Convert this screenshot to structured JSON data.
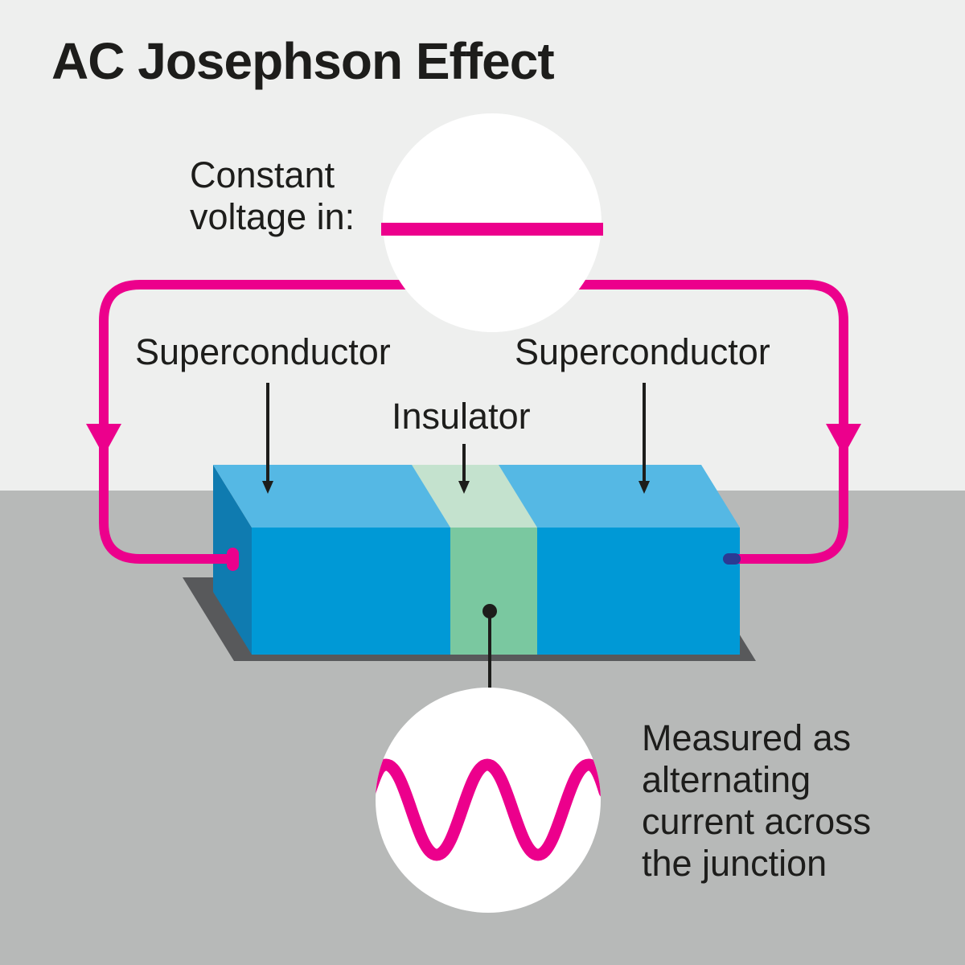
{
  "title": "AC Josephson Effect",
  "labels": {
    "constant_voltage": "Constant\nvoltage in:",
    "superconductor_left": "Superconductor",
    "superconductor_right": "Superconductor",
    "insulator": "Insulator",
    "measured": "Measured as\nalternating\ncurrent across\nthe junction"
  },
  "icons": {
    "dc_voltage_symbol": "horizontal-bar-in-circle",
    "ac_sine_wave_symbol": "sine-wave-in-circle",
    "current_direction": "downward-arrows-on-circuit-loop"
  },
  "colors": {
    "accent_magenta": "#ec008c",
    "wire_navy": "#2b3a93",
    "background_upper": "#eeefee",
    "ground": "#b7b9b8",
    "shadow": "#58595b",
    "box_top": "#55b8e4",
    "box_front": "#0099d6",
    "box_left": "#0f7bb0",
    "insulator_top": "#c4e2ce",
    "insulator_front": "#7ac8a0",
    "circle_fill": "#ffffff",
    "text": "#1d1d1b"
  }
}
